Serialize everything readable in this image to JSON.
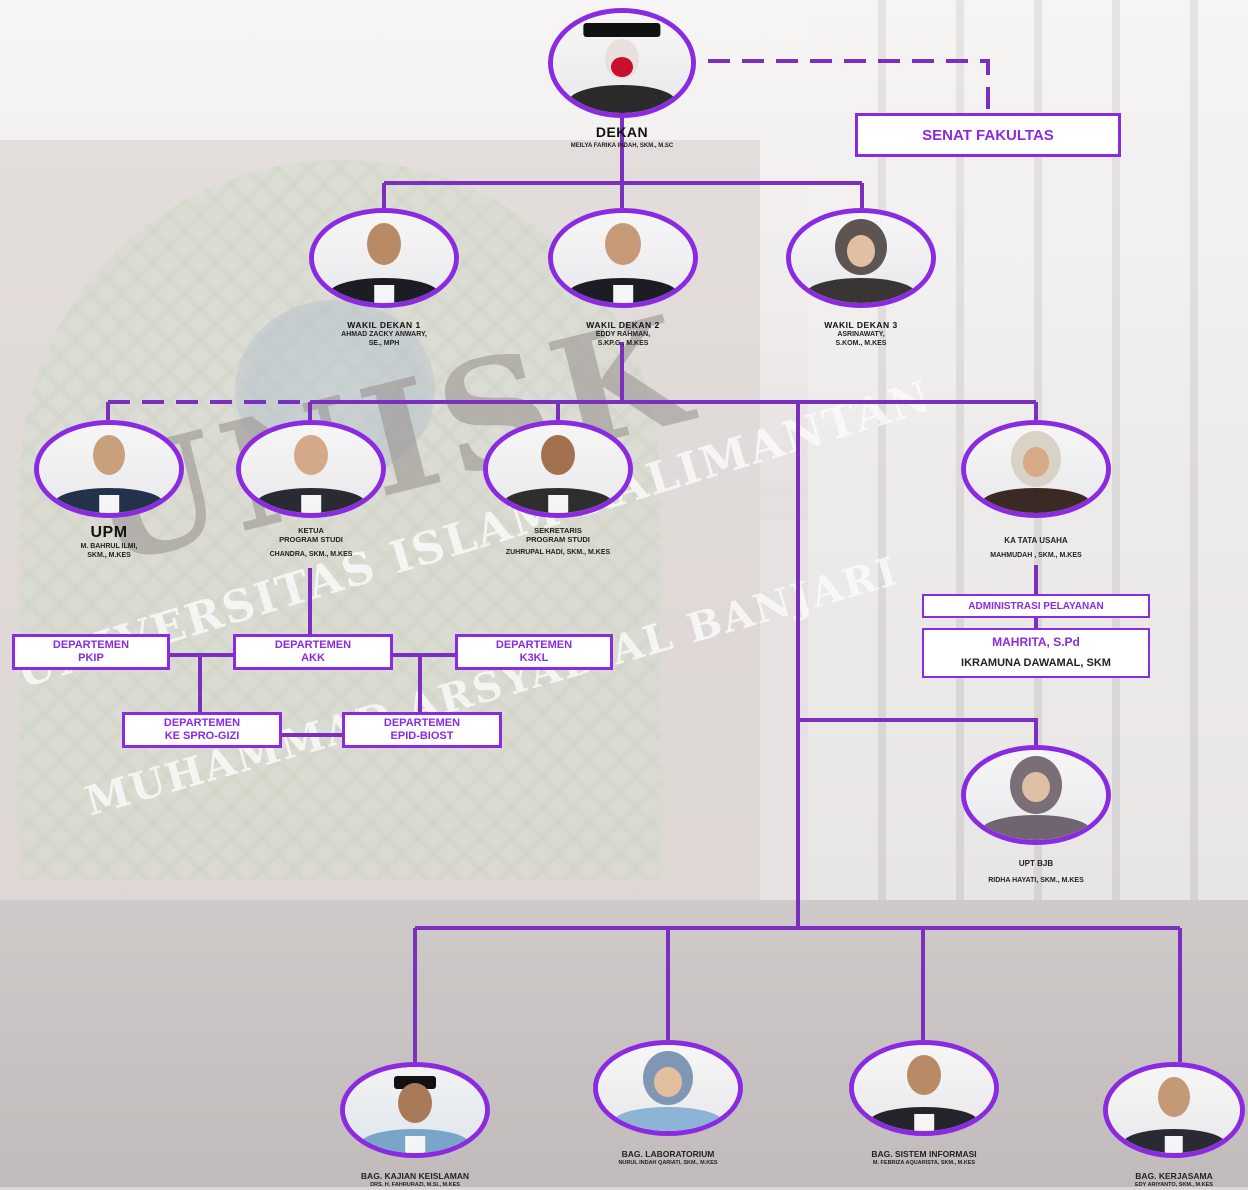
{
  "colors": {
    "accent": "#8a2be2",
    "line": "#7b2fbe"
  },
  "top": {
    "title": "DEKAN",
    "name": "MEILYA FARIKA INDAH, SKM., M.Sc"
  },
  "senat": {
    "label": "SENAT FAKULTAS"
  },
  "vice_deans": [
    {
      "title": "WAKIL DEKAN 1",
      "name_line1": "AHMAD ZACKY ANWARY,",
      "name_line2": "SE., MPH"
    },
    {
      "title": "WAKIL DEKAN 2",
      "name_line1": "EDDY RAHMAN,",
      "name_line2": "S.Kp.G., M.Kes"
    },
    {
      "title": "WAKIL DEKAN 3",
      "name_line1": "ASRINAWATY,",
      "name_line2": "S.Kom., M.Kes"
    }
  ],
  "upm": {
    "title": "UPM",
    "name_line1": "M. BAHRUL ILMI,",
    "name_line2": "SKM., M.Kes"
  },
  "kaprodi": {
    "title_line1": "KETUA",
    "title_line2": "PROGRAM STUDI",
    "name": "CHANDRA, SKM., M.Kes"
  },
  "sekprodi": {
    "title_line1": "SEKRETARIS",
    "title_line2": "PROGRAM STUDI",
    "name": "ZUHRUPAL HADI, SKM., M.Kes"
  },
  "katu": {
    "title": "KA TATA USAHA",
    "name": "MAHMUDAH , SKM., M.Kes"
  },
  "admin": {
    "label": "ADMINISTRASI PELAYANAN",
    "staff1": "MAHRITA, S.Pd",
    "staff2": "IKRAMUNA DAWAMAL, SKM"
  },
  "departments": [
    {
      "line1": "DEPARTEMEN",
      "line2": "PKIP"
    },
    {
      "line1": "DEPARTEMEN",
      "line2": "AKK"
    },
    {
      "line1": "DEPARTEMEN",
      "line2": "K3KL"
    },
    {
      "line1": "DEPARTEMEN",
      "line2": "KE SPRO-GIZI"
    },
    {
      "line1": "DEPARTEMEN",
      "line2": "EPID-BIOST"
    }
  ],
  "upt": {
    "title": "UPT BJB",
    "name": "RIDHA HAYATI, SKM., M.Kes"
  },
  "sections": [
    {
      "title": "BAG. KAJIAN KEISLAMAN",
      "name": "DRS. H. FAHRURAZI, M.SI., M.Kes"
    },
    {
      "title": "BAG. LABORATORIUM",
      "name": "NURUL INDAH QARIATI, SKM., M.Kes"
    },
    {
      "title": "BAG. SISTEM INFORMASI",
      "name": "M. FEBRIZA AQUARISTA, SKM., M.Kes"
    },
    {
      "title": "BAG. KERJASAMA",
      "name": "EDY ARIYANTO, SKM., M.Kes"
    }
  ],
  "background_text": {
    "big": "UNISK",
    "curve1": "UNIVERSITAS ISLAM KALIMANTAN",
    "curve2": "MUHAMMAD ARSYAD AL BANJARI"
  }
}
